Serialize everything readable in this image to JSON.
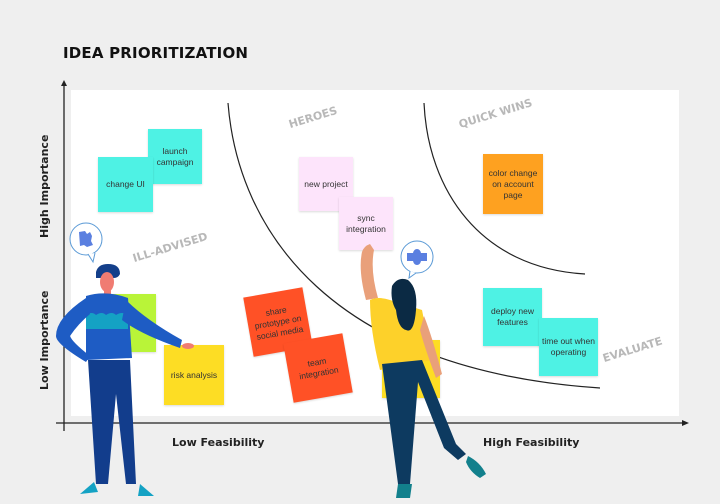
{
  "title": "IDEA PRIORITIZATION",
  "axes": {
    "y_high": "High Importance",
    "y_low": "Low Importance",
    "x_low": "Low Feasibility",
    "x_high": "High Feasibility"
  },
  "zones": {
    "heroes": "HEROES",
    "quick_wins": "QUICK WINS",
    "ill_advised": "ILL-ADVISED",
    "evaluate": "EVALUATE"
  },
  "notes": [
    {
      "id": "launch-campaign",
      "text": "launch campaign",
      "color": "#4ef2e4"
    },
    {
      "id": "change-ui",
      "text": "change UI",
      "color": "#4ef2e4"
    },
    {
      "id": "new-project",
      "text": "new project",
      "color": "#fde4fb"
    },
    {
      "id": "sync-integration",
      "text": "sync integration",
      "color": "#fde4fb"
    },
    {
      "id": "color-change",
      "text": "color change on account page",
      "color": "#fea120"
    },
    {
      "id": "green-blank",
      "text": "",
      "color": "#b9f438"
    },
    {
      "id": "risk-analysis",
      "text": "risk analysis",
      "color": "#fddd24"
    },
    {
      "id": "share-prototype",
      "text": "share prototype on social media",
      "color": "#ff5126"
    },
    {
      "id": "team-integration",
      "text": "team integration",
      "color": "#ff5126"
    },
    {
      "id": "yellow-blank",
      "text": "",
      "color": "#fddd24"
    },
    {
      "id": "deploy-features",
      "text": "deploy new features",
      "color": "#4ef2e4"
    },
    {
      "id": "time-out",
      "text": "time out when operating",
      "color": "#4ef2e4"
    }
  ],
  "colors": {
    "background": "#efefef",
    "board": "#ffffff",
    "axis": "#222222",
    "zone_label": "#b8b8b8"
  }
}
